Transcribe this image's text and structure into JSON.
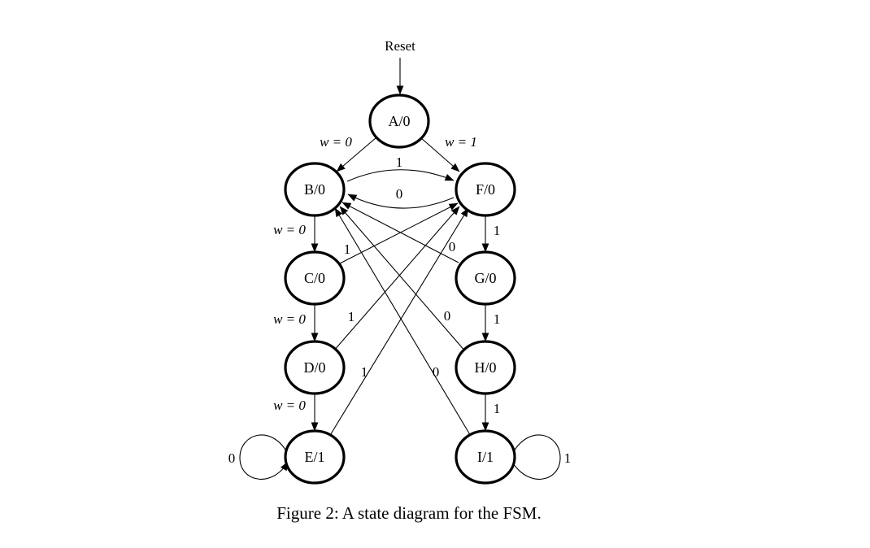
{
  "reset_label": "Reset",
  "states": {
    "A": "A/0",
    "B": "B/0",
    "C": "C/0",
    "D": "D/0",
    "E": "E/1",
    "F": "F/0",
    "G": "G/0",
    "H": "H/0",
    "I": "I/1"
  },
  "edge_labels": {
    "a_b": "w = 0",
    "a_f": "w = 1",
    "b_f": "1",
    "f_b": "0",
    "b_c": "w = 0",
    "c_d": "w = 0",
    "d_e": "w = 0",
    "f_g": "1",
    "g_h": "1",
    "h_i": "1",
    "c_f": "1",
    "d_f": "1",
    "e_f": "1",
    "g_b": "0",
    "h_b": "0",
    "i_b": "0",
    "e_loop": "0",
    "i_loop": "1"
  },
  "caption": "Figure 2: A state diagram for the FSM."
}
